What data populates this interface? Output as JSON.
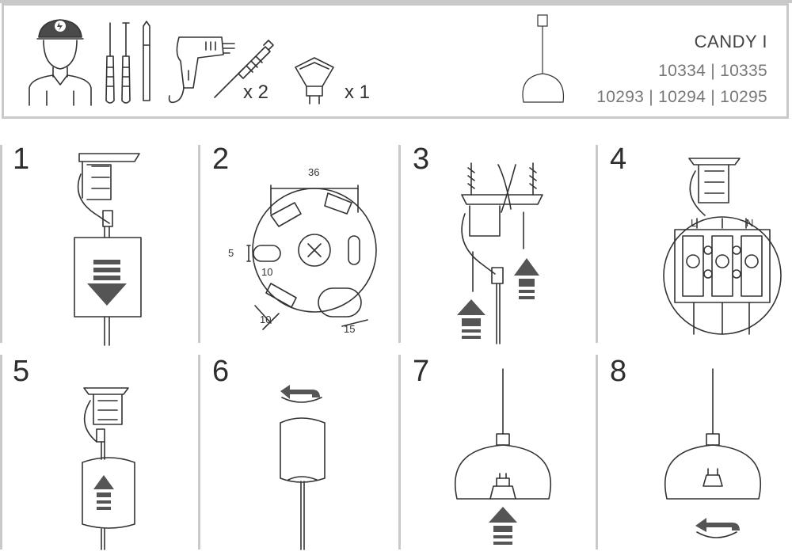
{
  "header": {
    "product_name": "CANDY I",
    "codes_line1": "10334 | 10335",
    "codes_line2": "10293 | 10294 | 10295",
    "tools": [
      {
        "icon": "electrician-icon"
      },
      {
        "icon": "screwdrivers-icon"
      },
      {
        "icon": "drill-icon"
      },
      {
        "icon": "wall-plug-screw-icon",
        "qty": "x 2"
      },
      {
        "icon": "gu10-bulb-icon",
        "qty": "x 1"
      },
      {
        "icon": "pendant-lamp-icon"
      }
    ]
  },
  "steps": [
    {
      "num": "1"
    },
    {
      "num": "2",
      "dims": {
        "width": "36",
        "slot_h": "5",
        "slot_w": "10",
        "oval_w": "15",
        "oval_h": "10"
      }
    },
    {
      "num": "3"
    },
    {
      "num": "4",
      "terminal_labels": [
        "L",
        "N"
      ]
    },
    {
      "num": "5"
    },
    {
      "num": "6"
    },
    {
      "num": "7"
    },
    {
      "num": "8"
    }
  ],
  "colors": {
    "line": "#333333",
    "border": "#c9c9c9",
    "arrow": "#555555"
  }
}
